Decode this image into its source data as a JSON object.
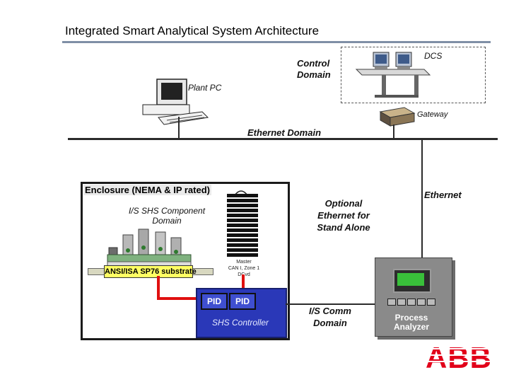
{
  "page": {
    "title": "Integrated Smart Analytical System Architecture"
  },
  "diagram": {
    "control_domain_line1": "Control",
    "control_domain_line2": "Domain",
    "dcs": "DCS",
    "plant_pc": "Plant PC",
    "gateway": "Gateway",
    "ethernet_domain": "Ethernet Domain",
    "ethernet": "Ethernet",
    "enclosure_title": "Enclosure (NEMA & IP rated)",
    "is_shs_line1": "I/S SHS Component",
    "is_shs_line2": "Domain",
    "optional_line1": "Optional",
    "optional_line2": "Ethernet for",
    "optional_line3": "Stand Alone",
    "substrate": "ANSI/ISA SP76 substrate",
    "master_line1": "Master",
    "master_line2": "CAN I, Zone 1",
    "master_line3": "DCvd",
    "pid_1": "PID",
    "pid_2": "PID",
    "shs_controller": "SHS Controller",
    "is_comm_line1": "I/S Comm",
    "is_comm_line2": "Domain",
    "analyzer_line1": "Process",
    "analyzer_line2": "Analyzer",
    "logo": "ABB"
  },
  "colors": {
    "pid_wire": "#e01010",
    "controller_blue": "#2a38b8",
    "substrate_yellow": "#ffff63",
    "abb_red": "#e2001a"
  }
}
